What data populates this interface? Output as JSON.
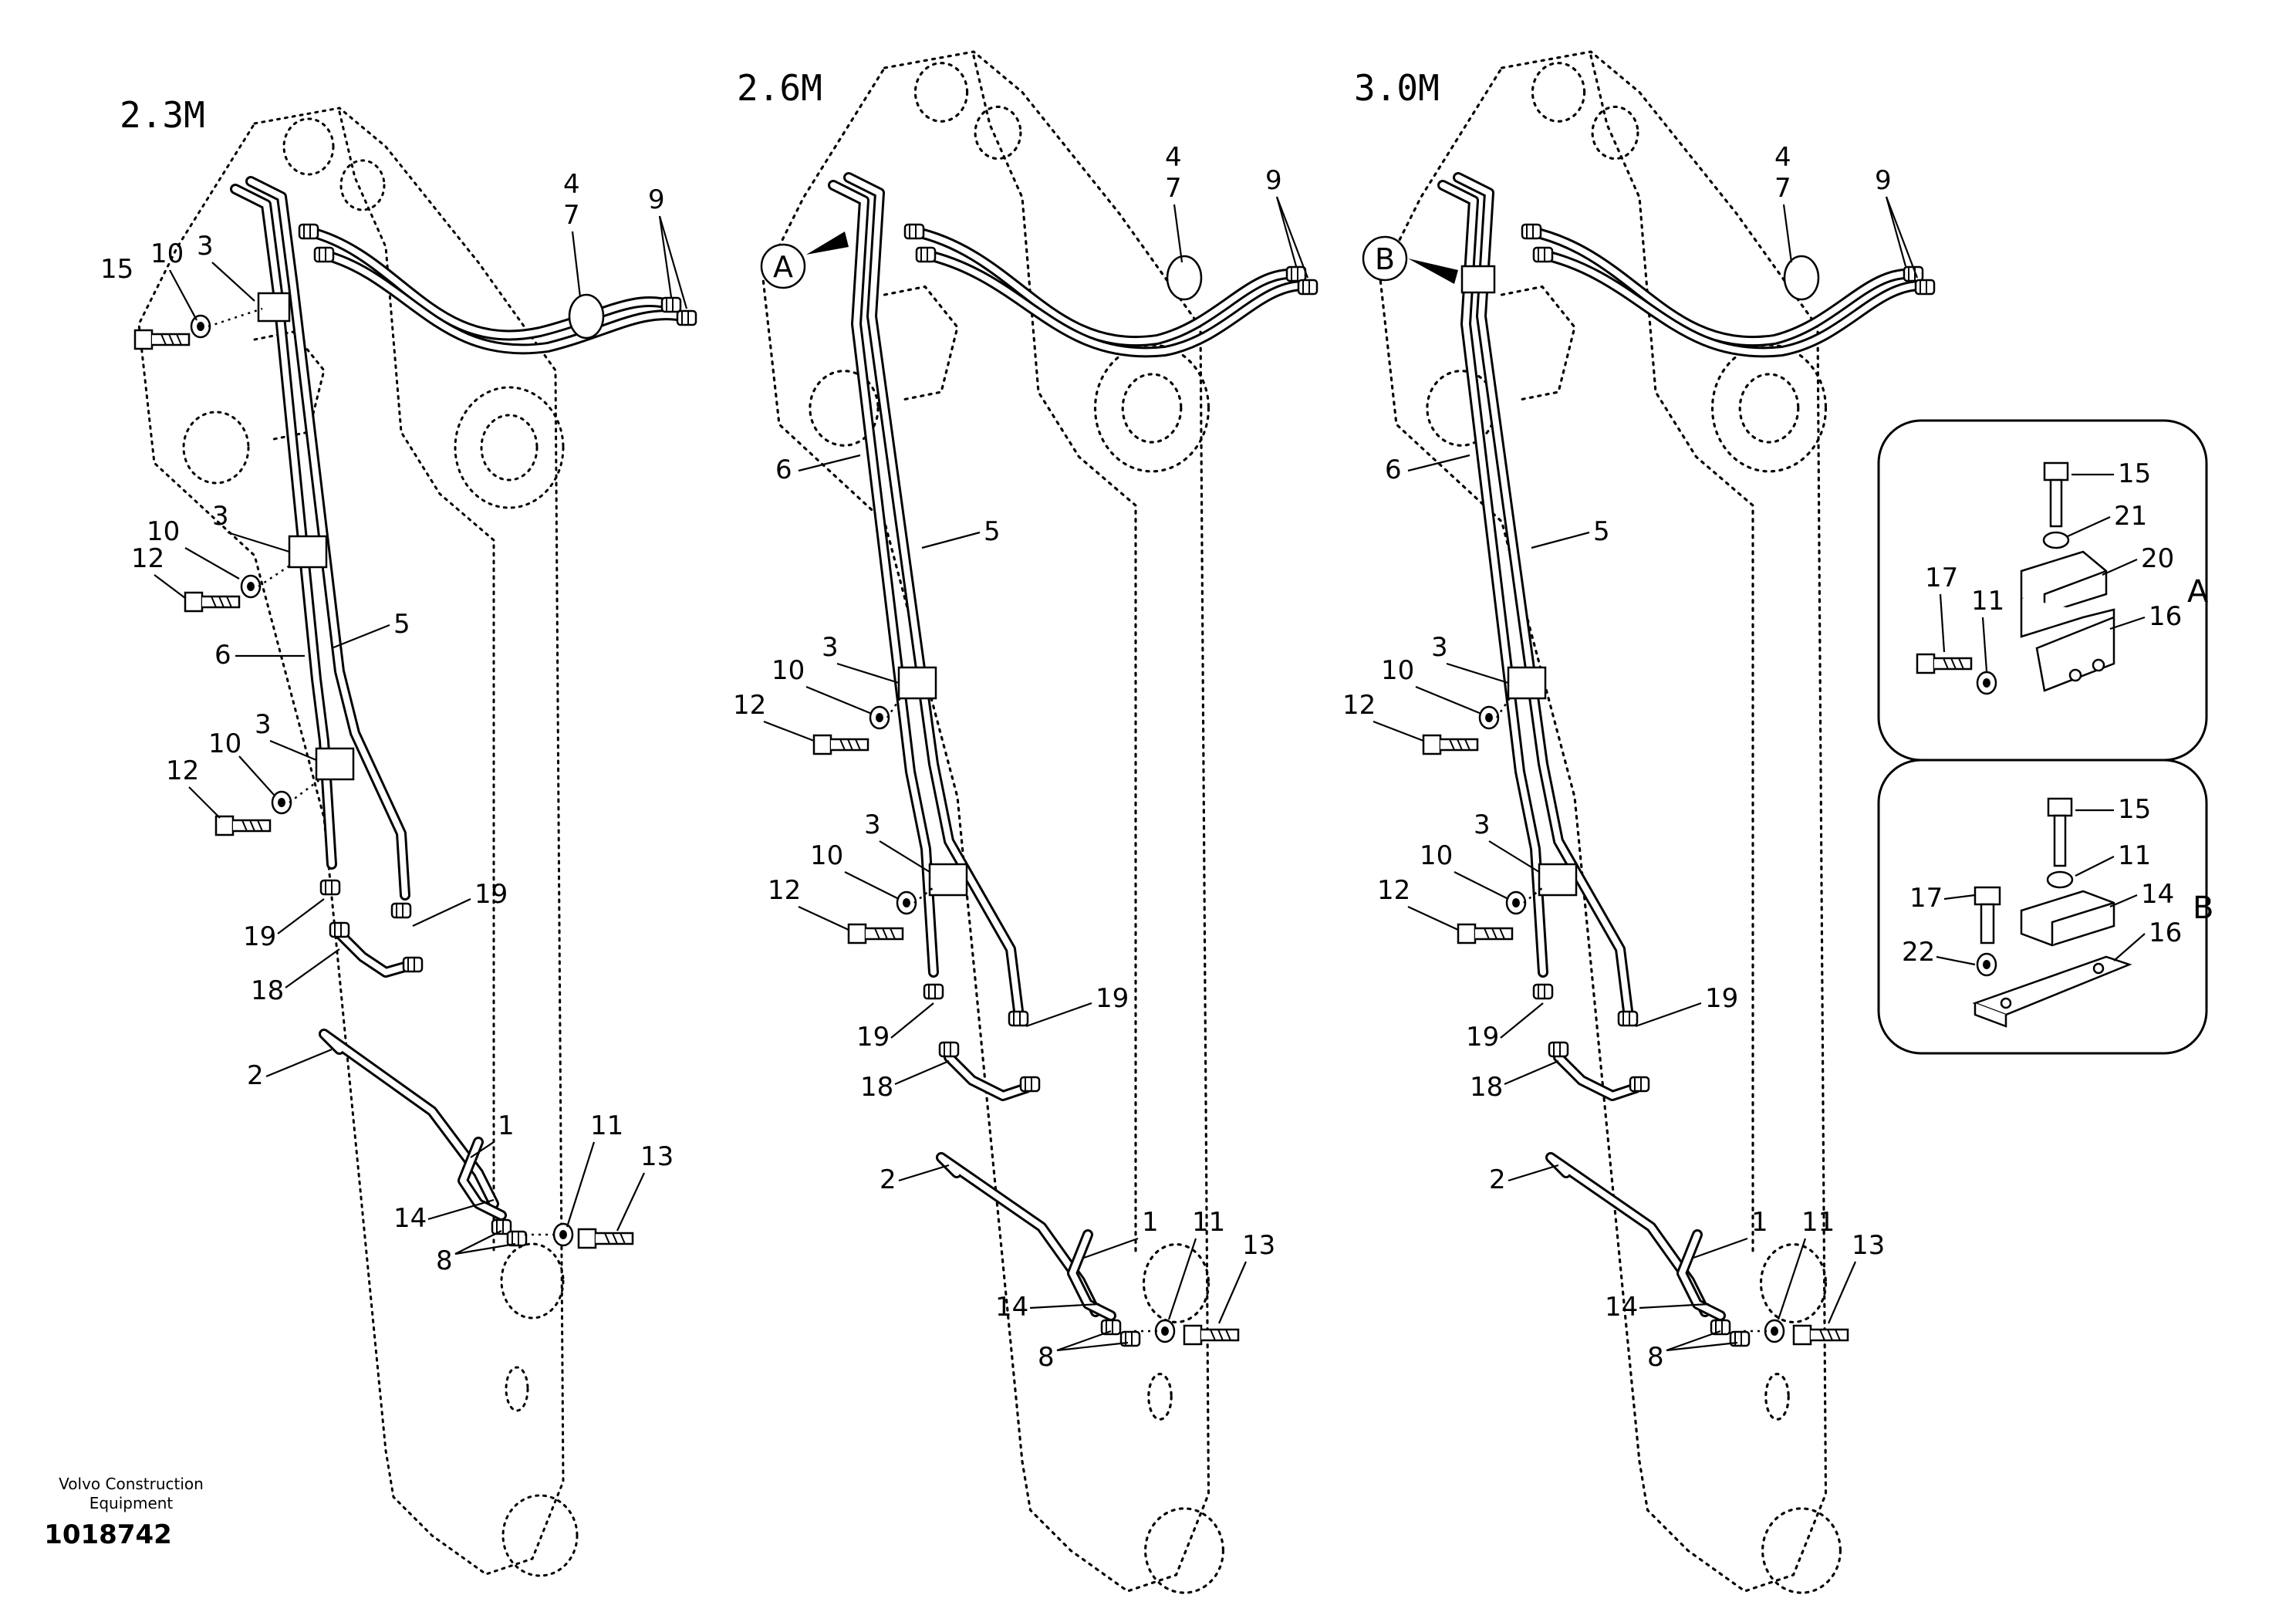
{
  "variants": [
    {
      "title": "2.3M"
    },
    {
      "title": "2.6M",
      "detail_marker": "A"
    },
    {
      "title": "3.0M",
      "detail_marker": "B"
    }
  ],
  "callouts": {
    "c1": "1",
    "c2": "2",
    "c3": "3",
    "c4": "4",
    "c5": "5",
    "c6": "6",
    "c7": "7",
    "c8": "8",
    "c9": "9",
    "c10": "10",
    "c11": "11",
    "c12": "12",
    "c13": "13",
    "c14": "14",
    "c15": "15",
    "c16": "16",
    "c17": "17",
    "c18": "18",
    "c19": "19",
    "c20": "20",
    "c21": "21",
    "c22": "22"
  },
  "details": {
    "a": {
      "label": "A",
      "parts": [
        "15",
        "21",
        "20",
        "17",
        "11",
        "16"
      ]
    },
    "b": {
      "label": "B",
      "parts": [
        "15",
        "11",
        "17",
        "14",
        "22",
        "16"
      ]
    }
  },
  "footer": {
    "brand_line1": "Volvo Construction",
    "brand_line2": "Equipment",
    "doc_number": "1018742"
  }
}
